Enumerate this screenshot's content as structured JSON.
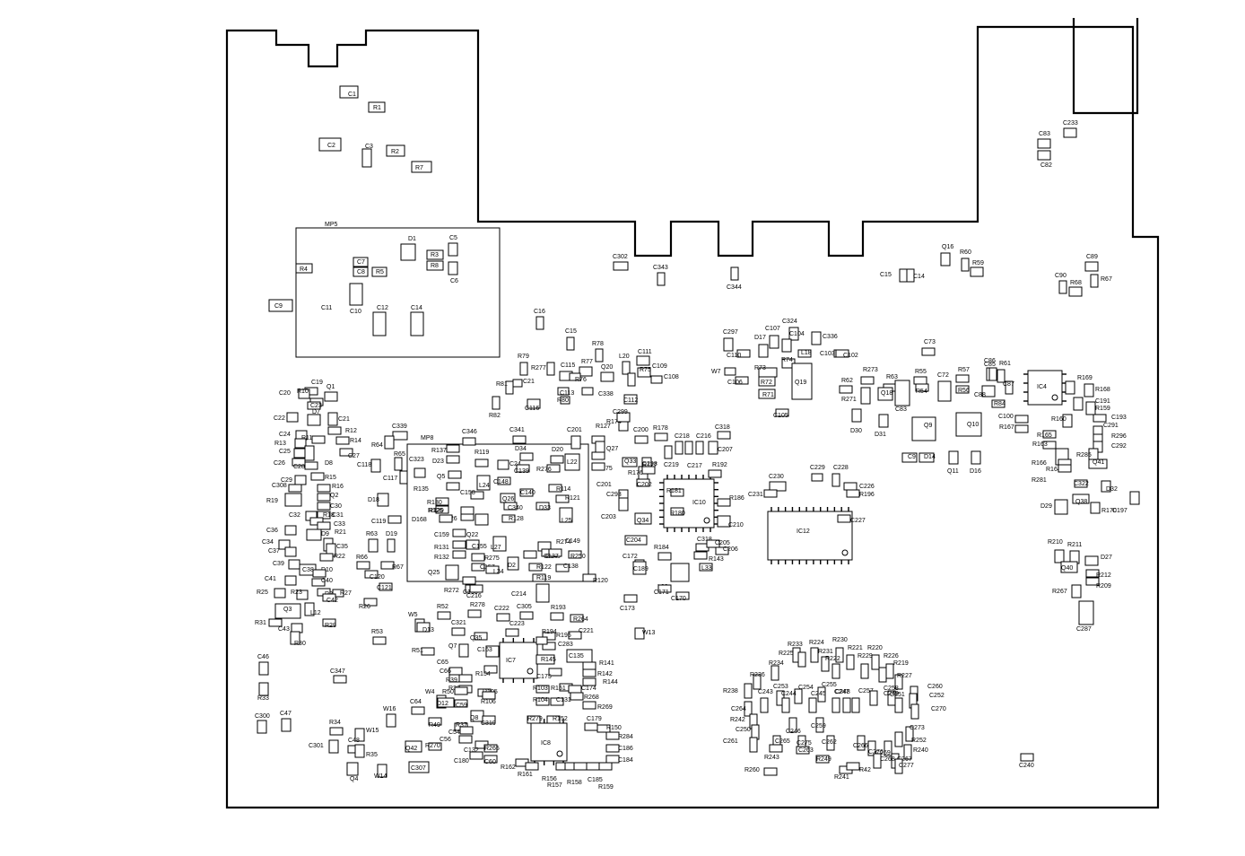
{
  "modules": [
    {
      "id": "mp5",
      "label": "MP5"
    },
    {
      "id": "mp8",
      "label": "MP8"
    }
  ],
  "ics": [
    {
      "id": "ic4",
      "label": "IC4"
    },
    {
      "id": "ic7",
      "label": "IC7"
    },
    {
      "id": "ic8",
      "label": "IC8"
    },
    {
      "id": "ic10",
      "label": "IC10"
    },
    {
      "id": "ic12",
      "label": "IC12"
    }
  ],
  "components": [
    {
      "label": "C1"
    },
    {
      "label": "R1"
    },
    {
      "label": "C2"
    },
    {
      "label": "C3"
    },
    {
      "label": "R2"
    },
    {
      "label": "R7"
    },
    {
      "label": "D1"
    },
    {
      "label": "C5"
    },
    {
      "label": "R3"
    },
    {
      "label": "R8"
    },
    {
      "label": "C7"
    },
    {
      "label": "C8"
    },
    {
      "label": "R5"
    },
    {
      "label": "R4"
    },
    {
      "label": "C6"
    },
    {
      "label": "C9"
    },
    {
      "label": "C11"
    },
    {
      "label": "C10"
    },
    {
      "label": "C12"
    },
    {
      "label": "C14"
    },
    {
      "label": "C233"
    },
    {
      "label": "C83"
    },
    {
      "label": "C82"
    },
    {
      "label": "Q16"
    },
    {
      "label": "R60"
    },
    {
      "label": "R59"
    },
    {
      "label": "C15"
    },
    {
      "label": "C14"
    },
    {
      "label": "C89"
    },
    {
      "label": "C90"
    },
    {
      "label": "R68"
    },
    {
      "label": "R67"
    },
    {
      "label": "C302"
    },
    {
      "label": "C343"
    },
    {
      "label": "C344"
    },
    {
      "label": "C16"
    },
    {
      "label": "C15"
    },
    {
      "label": "R79"
    },
    {
      "label": "R277"
    },
    {
      "label": "C115"
    },
    {
      "label": "R78"
    },
    {
      "label": "R77"
    },
    {
      "label": "Q20"
    },
    {
      "label": "L20"
    },
    {
      "label": "C111"
    },
    {
      "label": "C109"
    },
    {
      "label": "C108"
    },
    {
      "label": "R81"
    },
    {
      "label": "C21"
    },
    {
      "label": "C113"
    },
    {
      "label": "C338"
    },
    {
      "label": "R75"
    },
    {
      "label": "C112"
    },
    {
      "label": "R82"
    },
    {
      "label": "C116"
    },
    {
      "label": "R80"
    },
    {
      "label": "R76"
    },
    {
      "label": "C297"
    },
    {
      "label": "D17"
    },
    {
      "label": "C107"
    },
    {
      "label": "C324"
    },
    {
      "label": "C104"
    },
    {
      "label": "C336"
    },
    {
      "label": "C110"
    },
    {
      "label": "L18"
    },
    {
      "label": "C103"
    },
    {
      "label": "C102"
    },
    {
      "label": "W7"
    },
    {
      "label": "R73"
    },
    {
      "label": "R74"
    },
    {
      "label": "C106"
    },
    {
      "label": "R72"
    },
    {
      "label": "Q19"
    },
    {
      "label": "R71"
    },
    {
      "label": "C105"
    },
    {
      "label": "C73"
    },
    {
      "label": "R273"
    },
    {
      "label": "R63"
    },
    {
      "label": "R55"
    },
    {
      "label": "C72"
    },
    {
      "label": "R57"
    },
    {
      "label": "C86"
    },
    {
      "label": "C85"
    },
    {
      "label": "R61"
    },
    {
      "label": "R62"
    },
    {
      "label": "R271"
    },
    {
      "label": "Q18"
    },
    {
      "label": "R54"
    },
    {
      "label": "R56"
    },
    {
      "label": "C88"
    },
    {
      "label": "C87"
    },
    {
      "label": "C83"
    },
    {
      "label": "R84"
    },
    {
      "label": "D30"
    },
    {
      "label": "D31"
    },
    {
      "label": "Q9"
    },
    {
      "label": "Q10"
    },
    {
      "label": "C100"
    },
    {
      "label": "R167"
    },
    {
      "label": "C9"
    },
    {
      "label": "D14"
    },
    {
      "label": "Q11"
    },
    {
      "label": "D16"
    },
    {
      "label": "R169"
    },
    {
      "label": "R168"
    },
    {
      "label": "C191"
    },
    {
      "label": "R159"
    },
    {
      "label": "C193"
    },
    {
      "label": "R160"
    },
    {
      "label": "R165"
    },
    {
      "label": "C291"
    },
    {
      "label": "R296"
    },
    {
      "label": "R163"
    },
    {
      "label": "C292"
    },
    {
      "label": "R166"
    },
    {
      "label": "R285"
    },
    {
      "label": "R164"
    },
    {
      "label": "Q41"
    },
    {
      "label": "R281"
    },
    {
      "label": "C322"
    },
    {
      "label": "D32"
    },
    {
      "label": "D29"
    },
    {
      "label": "Q38"
    },
    {
      "label": "R170"
    },
    {
      "label": "C197"
    },
    {
      "label": "R210"
    },
    {
      "label": "R211"
    },
    {
      "label": "D27"
    },
    {
      "label": "Q40"
    },
    {
      "label": "R212"
    },
    {
      "label": "R209"
    },
    {
      "label": "R267"
    },
    {
      "label": "C287"
    },
    {
      "label": "C19"
    },
    {
      "label": "C20"
    },
    {
      "label": "R10"
    },
    {
      "label": "Q1"
    },
    {
      "label": "C23"
    },
    {
      "label": "C22"
    },
    {
      "label": "D7"
    },
    {
      "label": "C21"
    },
    {
      "label": "R12"
    },
    {
      "label": "C24"
    },
    {
      "label": "R11"
    },
    {
      "label": "R13"
    },
    {
      "label": "R14"
    },
    {
      "label": "C25"
    },
    {
      "label": "C27"
    },
    {
      "label": "C26"
    },
    {
      "label": "C28"
    },
    {
      "label": "D8"
    },
    {
      "label": "C29"
    },
    {
      "label": "R15"
    },
    {
      "label": "C308"
    },
    {
      "label": "R16"
    },
    {
      "label": "R19"
    },
    {
      "label": "Q2"
    },
    {
      "label": "C30"
    },
    {
      "label": "C31"
    },
    {
      "label": "C32"
    },
    {
      "label": "R18"
    },
    {
      "label": "C33"
    },
    {
      "label": "C36"
    },
    {
      "label": "D9"
    },
    {
      "label": "R21"
    },
    {
      "label": "C34"
    },
    {
      "label": "C35"
    },
    {
      "label": "C37"
    },
    {
      "label": "R22"
    },
    {
      "label": "C39"
    },
    {
      "label": "D10"
    },
    {
      "label": "C38"
    },
    {
      "label": "C41"
    },
    {
      "label": "C40"
    },
    {
      "label": "R25"
    },
    {
      "label": "R23"
    },
    {
      "label": "R24"
    },
    {
      "label": "R27"
    },
    {
      "label": "C42"
    },
    {
      "label": "Q3"
    },
    {
      "label": "L12"
    },
    {
      "label": "R31"
    },
    {
      "label": "C43"
    },
    {
      "label": "R29"
    },
    {
      "label": "R30"
    },
    {
      "label": "C339"
    },
    {
      "label": "R64"
    },
    {
      "label": "R65"
    },
    {
      "label": "C118"
    },
    {
      "label": "C117"
    },
    {
      "label": "D18"
    },
    {
      "label": "C119"
    },
    {
      "label": "R63"
    },
    {
      "label": "D19"
    },
    {
      "label": "R66"
    },
    {
      "label": "R67"
    },
    {
      "label": "C120"
    },
    {
      "label": "C121"
    },
    {
      "label": "R26"
    },
    {
      "label": "R137"
    },
    {
      "label": "C346"
    },
    {
      "label": "C341"
    },
    {
      "label": "D23"
    },
    {
      "label": "R119"
    },
    {
      "label": "D34"
    },
    {
      "label": "D20"
    },
    {
      "label": "C323"
    },
    {
      "label": "C24"
    },
    {
      "label": "L22"
    },
    {
      "label": "Q5"
    },
    {
      "label": "C139"
    },
    {
      "label": "R135"
    },
    {
      "label": "L24"
    },
    {
      "label": "C148"
    },
    {
      "label": "C158"
    },
    {
      "label": "R130"
    },
    {
      "label": "R129"
    },
    {
      "label": "C140"
    },
    {
      "label": "R276"
    },
    {
      "label": "R114"
    },
    {
      "label": "Q26"
    },
    {
      "label": "R121"
    },
    {
      "label": "C340"
    },
    {
      "label": "D33"
    },
    {
      "label": "R128"
    },
    {
      "label": "L26"
    },
    {
      "label": "L25"
    },
    {
      "label": "D168"
    },
    {
      "label": "R126"
    },
    {
      "label": "Q22"
    },
    {
      "label": "C159"
    },
    {
      "label": "L27"
    },
    {
      "label": "R131"
    },
    {
      "label": "C155"
    },
    {
      "label": "R274"
    },
    {
      "label": "C149"
    },
    {
      "label": "R132"
    },
    {
      "label": "R275"
    },
    {
      "label": "C145"
    },
    {
      "label": "C137"
    },
    {
      "label": "R250"
    },
    {
      "label": "C157"
    },
    {
      "label": "L34"
    },
    {
      "label": "D2"
    },
    {
      "label": "R122"
    },
    {
      "label": "C138"
    },
    {
      "label": "Q25"
    },
    {
      "label": "R272"
    },
    {
      "label": "C190"
    },
    {
      "label": "R119"
    },
    {
      "label": "R120"
    },
    {
      "label": "C216"
    },
    {
      "label": "C214"
    },
    {
      "label": "C201"
    },
    {
      "label": "R127"
    },
    {
      "label": "R174"
    },
    {
      "label": "C299"
    },
    {
      "label": "Q27"
    },
    {
      "label": "C200"
    },
    {
      "label": "R178"
    },
    {
      "label": "R175"
    },
    {
      "label": "C201"
    },
    {
      "label": "Q33"
    },
    {
      "label": "R176"
    },
    {
      "label": "R177"
    },
    {
      "label": "C298"
    },
    {
      "label": "C202"
    },
    {
      "label": "C293"
    },
    {
      "label": "C203"
    },
    {
      "label": "Q34"
    },
    {
      "label": "C204"
    },
    {
      "label": "C218"
    },
    {
      "label": "C219"
    },
    {
      "label": "C217"
    },
    {
      "label": "C216"
    },
    {
      "label": "C318"
    },
    {
      "label": "C207"
    },
    {
      "label": "R192"
    },
    {
      "label": "R181"
    },
    {
      "label": "R180"
    },
    {
      "label": "R186"
    },
    {
      "label": "C210"
    },
    {
      "label": "C318"
    },
    {
      "label": "C205"
    },
    {
      "label": "C206"
    },
    {
      "label": "R184"
    },
    {
      "label": "C172"
    },
    {
      "label": "R143"
    },
    {
      "label": "L33"
    },
    {
      "label": "C189"
    },
    {
      "label": "L32"
    },
    {
      "label": "C171"
    },
    {
      "label": "C170"
    },
    {
      "label": "C173"
    },
    {
      "label": "C230"
    },
    {
      "label": "C231"
    },
    {
      "label": "C229"
    },
    {
      "label": "C228"
    },
    {
      "label": "C226"
    },
    {
      "label": "R196"
    },
    {
      "label": "C227"
    },
    {
      "label": "R52"
    },
    {
      "label": "R278"
    },
    {
      "label": "C222"
    },
    {
      "label": "C305"
    },
    {
      "label": "R193"
    },
    {
      "label": "W5"
    },
    {
      "label": "D13"
    },
    {
      "label": "C321"
    },
    {
      "label": "C223"
    },
    {
      "label": "R264"
    },
    {
      "label": "C221"
    },
    {
      "label": "R195"
    },
    {
      "label": "C283"
    },
    {
      "label": "R194"
    },
    {
      "label": "R53"
    },
    {
      "label": "R51"
    },
    {
      "label": "Q7"
    },
    {
      "label": "Q35"
    },
    {
      "label": "C163"
    },
    {
      "label": "R145"
    },
    {
      "label": "C135"
    },
    {
      "label": "R141"
    },
    {
      "label": "C65"
    },
    {
      "label": "C66"
    },
    {
      "label": "R154"
    },
    {
      "label": "R39"
    },
    {
      "label": "R38"
    },
    {
      "label": "C175"
    },
    {
      "label": "R142"
    },
    {
      "label": "R144"
    },
    {
      "label": "R50"
    },
    {
      "label": "W4"
    },
    {
      "label": "R105"
    },
    {
      "label": "R103"
    },
    {
      "label": "R151"
    },
    {
      "label": "C174"
    },
    {
      "label": "R268"
    },
    {
      "label": "C64"
    },
    {
      "label": "D12"
    },
    {
      "label": "R106"
    },
    {
      "label": "C59"
    },
    {
      "label": "R104"
    },
    {
      "label": "C131"
    },
    {
      "label": "R269"
    },
    {
      "label": "R49"
    },
    {
      "label": "Q8"
    },
    {
      "label": "R37"
    },
    {
      "label": "C319"
    },
    {
      "label": "R279"
    },
    {
      "label": "R152"
    },
    {
      "label": "C179"
    },
    {
      "label": "C54"
    },
    {
      "label": "R150"
    },
    {
      "label": "R284"
    },
    {
      "label": "C56"
    },
    {
      "label": "C132"
    },
    {
      "label": "R265"
    },
    {
      "label": "C186"
    },
    {
      "label": "C180"
    },
    {
      "label": "C60"
    },
    {
      "label": "R162"
    },
    {
      "label": "C184"
    },
    {
      "label": "R161"
    },
    {
      "label": "R156"
    },
    {
      "label": "R157"
    },
    {
      "label": "R158"
    },
    {
      "label": "C185"
    },
    {
      "label": "R159"
    },
    {
      "label": "W13"
    },
    {
      "label": "C46"
    },
    {
      "label": "R33"
    },
    {
      "label": "C347"
    },
    {
      "label": "W16"
    },
    {
      "label": "C300"
    },
    {
      "label": "C47"
    },
    {
      "label": "R34"
    },
    {
      "label": "W15"
    },
    {
      "label": "C301"
    },
    {
      "label": "C48"
    },
    {
      "label": "R35"
    },
    {
      "label": "Q42"
    },
    {
      "label": "R270"
    },
    {
      "label": "C307"
    },
    {
      "label": "Q4"
    },
    {
      "label": "W14"
    },
    {
      "label": "R233"
    },
    {
      "label": "R224"
    },
    {
      "label": "R230"
    },
    {
      "label": "R225"
    },
    {
      "label": "R231"
    },
    {
      "label": "R221"
    },
    {
      "label": "R220"
    },
    {
      "label": "R234"
    },
    {
      "label": "R222"
    },
    {
      "label": "R229"
    },
    {
      "label": "R226"
    },
    {
      "label": "R219"
    },
    {
      "label": "R236"
    },
    {
      "label": "R227"
    },
    {
      "label": "R238"
    },
    {
      "label": "C253"
    },
    {
      "label": "C254"
    },
    {
      "label": "C255"
    },
    {
      "label": "C260"
    },
    {
      "label": "C243"
    },
    {
      "label": "C244"
    },
    {
      "label": "C245"
    },
    {
      "label": "C247"
    },
    {
      "label": "C257"
    },
    {
      "label": "C248"
    },
    {
      "label": "C258"
    },
    {
      "label": "C249"
    },
    {
      "label": "C251"
    },
    {
      "label": "C252"
    },
    {
      "label": "C264"
    },
    {
      "label": "C270"
    },
    {
      "label": "R242"
    },
    {
      "label": "C246"
    },
    {
      "label": "C259"
    },
    {
      "label": "C273"
    },
    {
      "label": "C250"
    },
    {
      "label": "R252"
    },
    {
      "label": "C261"
    },
    {
      "label": "C265"
    },
    {
      "label": "C275"
    },
    {
      "label": "C262"
    },
    {
      "label": "C266"
    },
    {
      "label": "C276"
    },
    {
      "label": "C269"
    },
    {
      "label": "R240"
    },
    {
      "label": "C263"
    },
    {
      "label": "C267"
    },
    {
      "label": "R243"
    },
    {
      "label": "R249"
    },
    {
      "label": "C268"
    },
    {
      "label": "C277"
    },
    {
      "label": "R260"
    },
    {
      "label": "R241"
    },
    {
      "label": "R42"
    },
    {
      "label": "C240"
    }
  ]
}
